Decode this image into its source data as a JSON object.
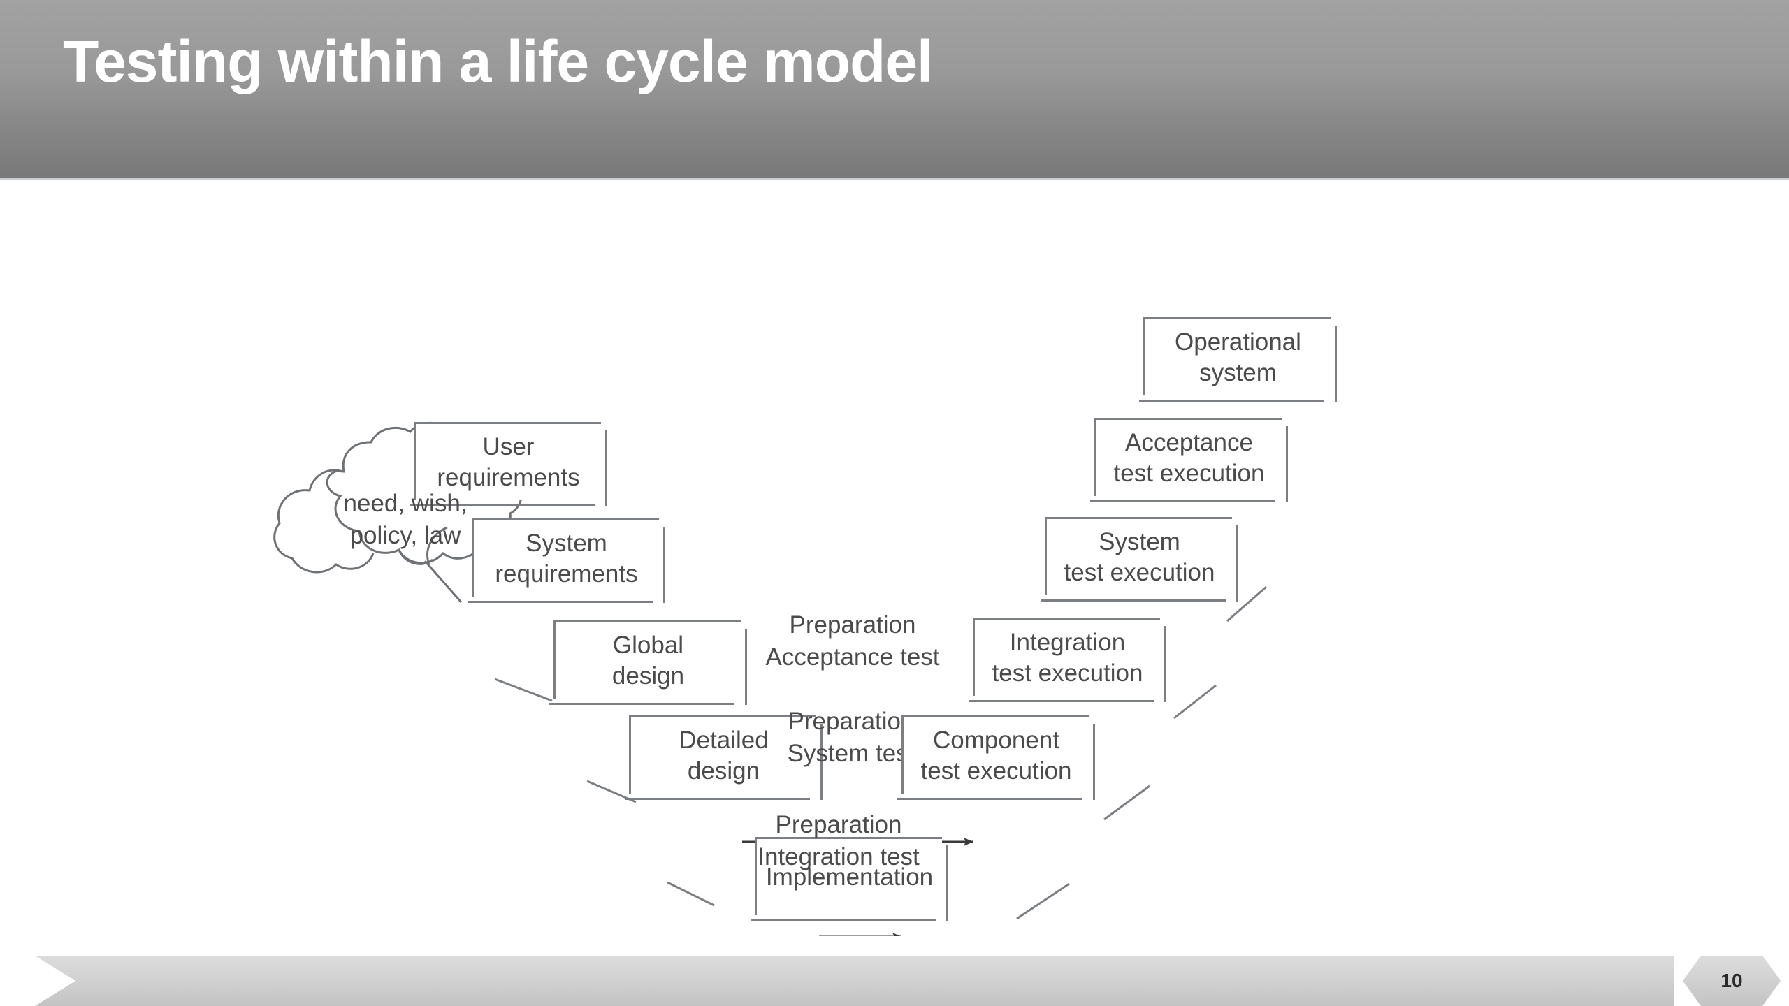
{
  "slide": {
    "title": "Testing within a life cycle model",
    "page_number": "10",
    "title_bar_color_top": "#a2a2a2",
    "title_bar_color_bottom": "#787878",
    "title_text_color": "#ffffff",
    "diagram_line_color": "#7b7f83",
    "diagram_text_color": "#4b4b4b",
    "footer_color": "#d2d2d2"
  },
  "diagram": {
    "type": "v-model",
    "cloud": {
      "label": "need, wish,\npolicy, law"
    },
    "left_branch": [
      {
        "id": "user-requirements",
        "label": "User\nrequirements"
      },
      {
        "id": "system-requirements",
        "label": "System\nrequirements"
      },
      {
        "id": "global-design",
        "label": "Global\ndesign"
      },
      {
        "id": "detailed-design",
        "label": "Detailed\ndesign"
      }
    ],
    "bottom": {
      "id": "implementation",
      "label": "Implementation"
    },
    "middle_labels": [
      {
        "id": "preparation-acceptance-test",
        "label": "Preparation\nAcceptance test"
      },
      {
        "id": "preparation-system-test",
        "label": "Preparation\nSystem test"
      },
      {
        "id": "preparation-integration-test",
        "label": "Preparation\nIntegration test"
      }
    ],
    "right_branch": [
      {
        "id": "operational-system",
        "label": "Operational\nsystem"
      },
      {
        "id": "acceptance-test-execution",
        "label": "Acceptance\ntest execution"
      },
      {
        "id": "system-test-execution",
        "label": "System\ntest execution"
      },
      {
        "id": "integration-test-execution",
        "label": "Integration\ntest execution"
      },
      {
        "id": "component-test-execution",
        "label": "Component\ntest execution"
      }
    ]
  }
}
